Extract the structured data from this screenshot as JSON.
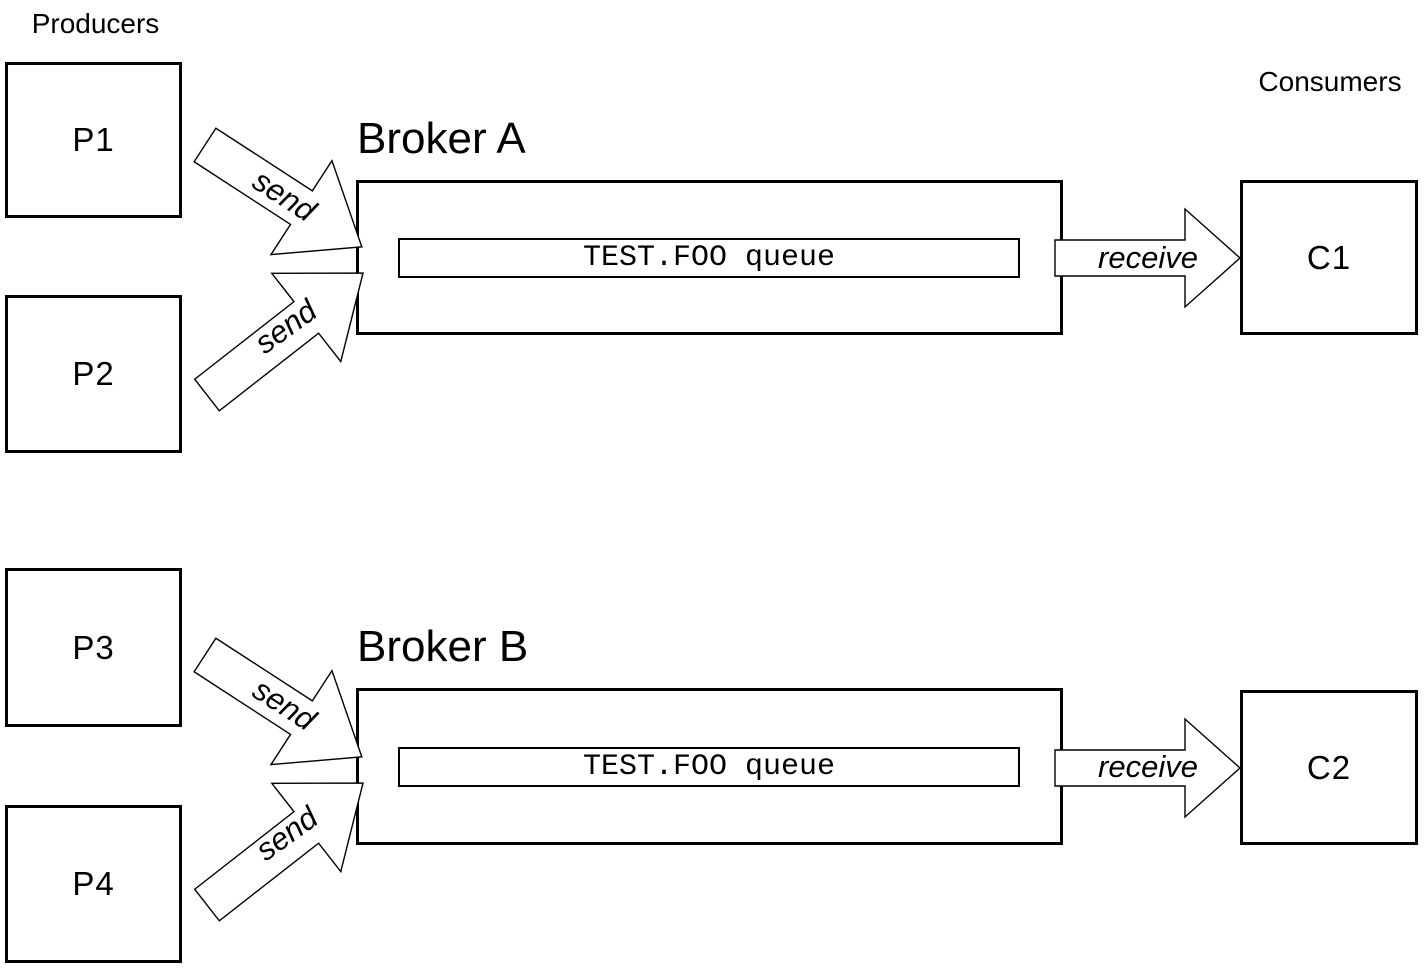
{
  "diagram": {
    "producers_title": "Producers",
    "consumers_title": "Consumers"
  },
  "producers": [
    {
      "label": "P1"
    },
    {
      "label": "P2"
    },
    {
      "label": "P3"
    },
    {
      "label": "P4"
    }
  ],
  "brokers": [
    {
      "title": "Broker A",
      "queue": "TEST.FOO queue"
    },
    {
      "title": "Broker B",
      "queue": "TEST.FOO queue"
    }
  ],
  "consumers": [
    {
      "label": "C1"
    },
    {
      "label": "C2"
    }
  ],
  "edges": {
    "send": "send",
    "receive": "receive"
  },
  "colors": {
    "background": "#ffffff",
    "line": "#000000",
    "text": "#000000"
  }
}
